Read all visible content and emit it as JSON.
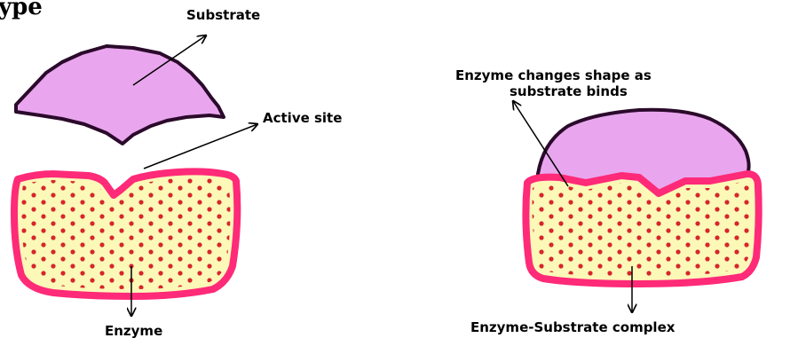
{
  "header": {
    "title_fragment": "ype"
  },
  "labels": {
    "substrate": "Substrate",
    "active_site": "Active site",
    "enzyme": "Enzyme",
    "shape_change_line1": "Enzyme changes shape as",
    "shape_change_line2": "substrate binds",
    "complex": "Enzyme-Substrate complex"
  },
  "colors": {
    "substrate_fill": "#e9a6ee",
    "substrate_outline": "#2b0a2b",
    "enzyme_outline": "#ff2a78",
    "enzyme_fill": "#fbf8b8",
    "enzyme_dots": "#d7262b",
    "arrow": "#000000"
  },
  "icons": {
    "substrate": "substrate-blob-icon",
    "enzyme": "enzyme-dotted-icon"
  }
}
